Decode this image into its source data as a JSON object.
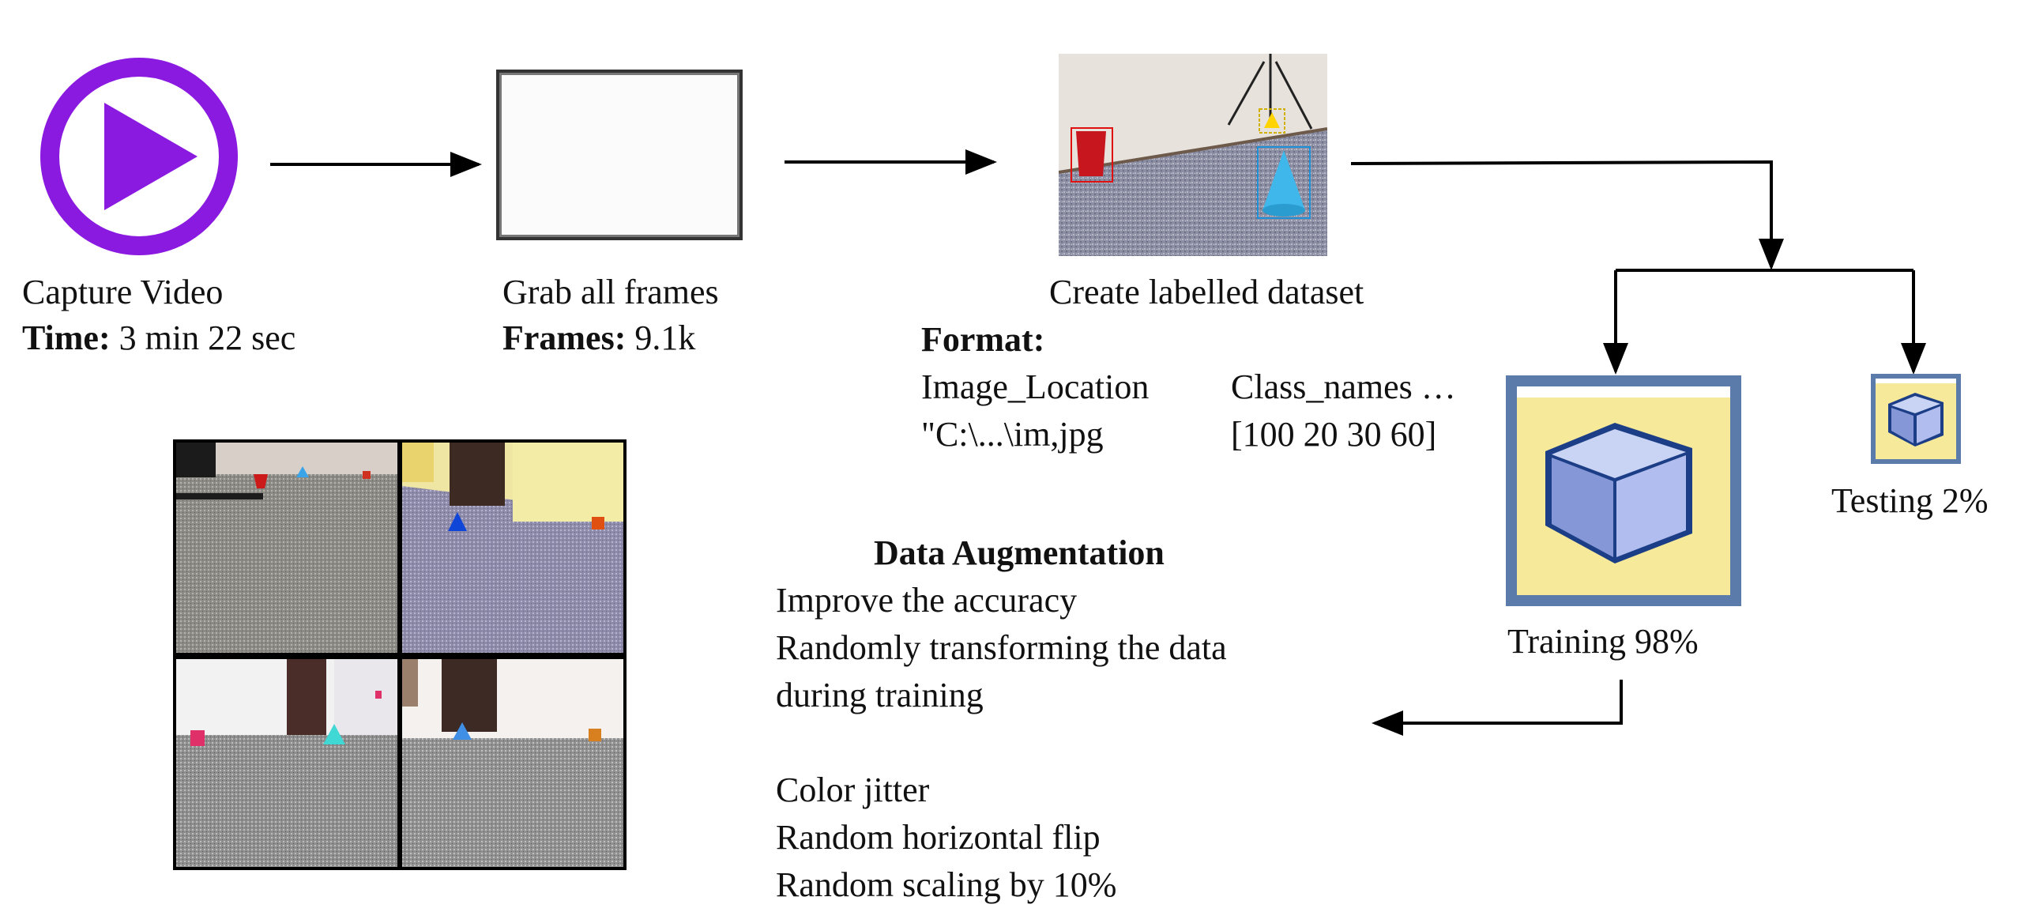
{
  "steps": {
    "capture": {
      "title": "Capture Video",
      "key": "Time:",
      "value": " 3 min 22 sec"
    },
    "grab": {
      "title": "Grab all frames",
      "key": "Frames:",
      "value": " 9.1k"
    },
    "label": {
      "title": "Create labelled dataset"
    }
  },
  "format": {
    "heading": "Format:",
    "col1_header": "Image_Location",
    "col2_header": "Class_names …",
    "col1_value": "\"C:\\...\\im,jpg",
    "col2_value": "[100 20 30 60]"
  },
  "split": {
    "training": "Training 98%",
    "testing": "Testing 2%"
  },
  "augmentation": {
    "heading": "Data Augmentation",
    "lines": [
      "Improve the accuracy",
      "Randomly transforming the data",
      "during training"
    ],
    "methods": [
      "Color jitter",
      "Random horizontal flip",
      "Random scaling by 10%"
    ]
  },
  "colors": {
    "play": "#8a1ae0",
    "arrow": "#000000",
    "cube_face": "#9aa8e0",
    "cube_bg": "#f6e99a",
    "cube_border": "#5b7bab"
  },
  "icons": [
    "play-icon",
    "blank-frame-icon",
    "dataset-sample-image",
    "training-cube-icon",
    "testing-cube-icon"
  ]
}
